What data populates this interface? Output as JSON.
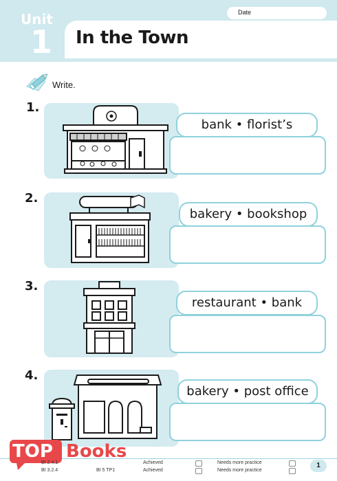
{
  "header": {
    "unit_label": "Unit",
    "unit_number": "1",
    "title": "In the Town",
    "date_label": "Date"
  },
  "instruction": {
    "text": "Write.",
    "icon": "pencil-icon"
  },
  "questions": [
    {
      "number": "1.",
      "choices": "bank • florist’s"
    },
    {
      "number": "2.",
      "choices": "bakery • bookshop"
    },
    {
      "number": "3.",
      "choices": "restaurant • bank"
    },
    {
      "number": "4.",
      "choices": "bakery • post office"
    }
  ],
  "footer": {
    "logo_top": "TOP",
    "logo_books": "Books",
    "code1": "BI 2.4.1",
    "code2": "BI 3.2.4",
    "code3": "BI 5 TP1",
    "achieved": "Achieved",
    "needs_practice": "Needs more practice",
    "page_number": "1"
  },
  "colors": {
    "accent": "#8fd1dc",
    "panel": "#d4ebf0",
    "header": "#cfe9ee",
    "logo_red": "#e8484a"
  }
}
